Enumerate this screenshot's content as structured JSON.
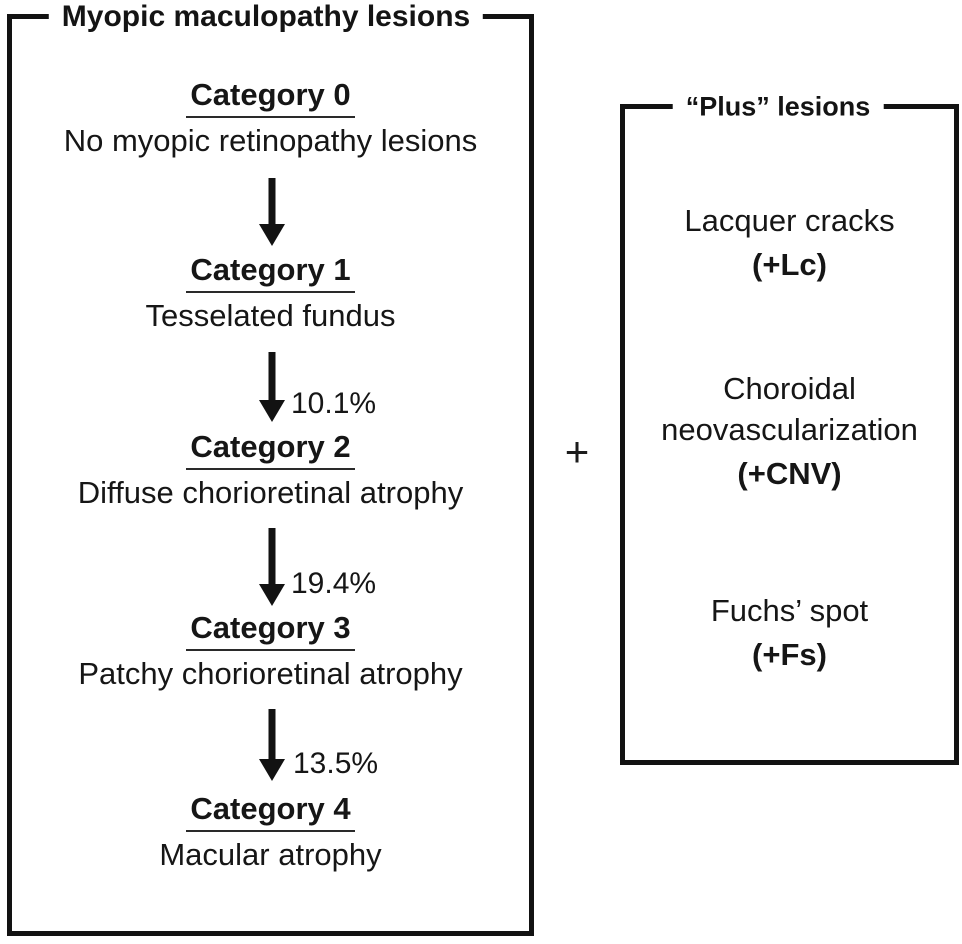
{
  "left_box": {
    "title": "Myopic maculopathy lesions",
    "categories": [
      {
        "name": "Category 0",
        "description": "No myopic retinopathy lesions"
      },
      {
        "name": "Category 1",
        "description": "Tesselated fundus"
      },
      {
        "name": "Category 2",
        "description": "Diffuse chorioretinal atrophy"
      },
      {
        "name": "Category 3",
        "description": "Patchy chorioretinal atrophy"
      },
      {
        "name": "Category 4",
        "description": "Macular atrophy"
      }
    ],
    "transitions": [
      {
        "label": ""
      },
      {
        "label": "10.1%"
      },
      {
        "label": "19.4%"
      },
      {
        "label": "13.5%"
      }
    ]
  },
  "plus_sign": "+",
  "right_box": {
    "title": "“Plus” lesions",
    "items": [
      {
        "name": "Lacquer cracks",
        "abbr": "(+Lc)"
      },
      {
        "name": "Choroidal neovascularization",
        "abbr": "(+CNV)"
      },
      {
        "name": "Fuchs’ spot",
        "abbr": "(+Fs)"
      }
    ]
  },
  "colors": {
    "ink": "#161616",
    "border": "#121212",
    "background": "#ffffff"
  }
}
